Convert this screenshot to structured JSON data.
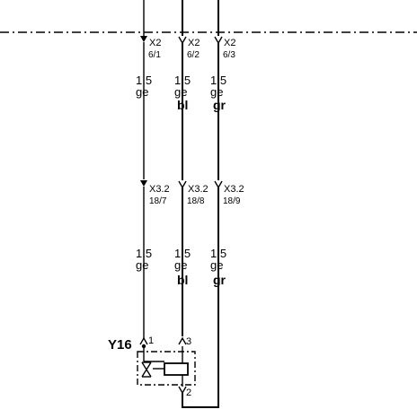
{
  "wires": [
    {
      "id": "w1",
      "top_connector": {
        "name": "X2",
        "pin": "6/1"
      },
      "section1": {
        "size": "1.5",
        "color1": "ge",
        "color2": ""
      },
      "mid_connector": {
        "name": "X3.2",
        "pin": "18/7"
      },
      "section2": {
        "size": "1.5",
        "color1": "ge",
        "color2": ""
      }
    },
    {
      "id": "w2",
      "top_connector": {
        "name": "X2",
        "pin": "6/2"
      },
      "section1": {
        "size": "1.5",
        "color1": "ge",
        "color2": "bl"
      },
      "mid_connector": {
        "name": "X3.2",
        "pin": "18/8"
      },
      "section2": {
        "size": "1.5",
        "color1": "ge",
        "color2": "bl"
      }
    },
    {
      "id": "w3",
      "top_connector": {
        "name": "X2",
        "pin": "6/3"
      },
      "section1": {
        "size": "1.5",
        "color1": "ge",
        "color2": "gr"
      },
      "mid_connector": {
        "name": "X3.2",
        "pin": "18/9"
      },
      "section2": {
        "size": "1.5",
        "color1": "ge",
        "color2": "gr"
      }
    }
  ],
  "component": {
    "label": "Y16",
    "pins": {
      "p1": "1",
      "p2": "2",
      "p3": "3"
    }
  }
}
